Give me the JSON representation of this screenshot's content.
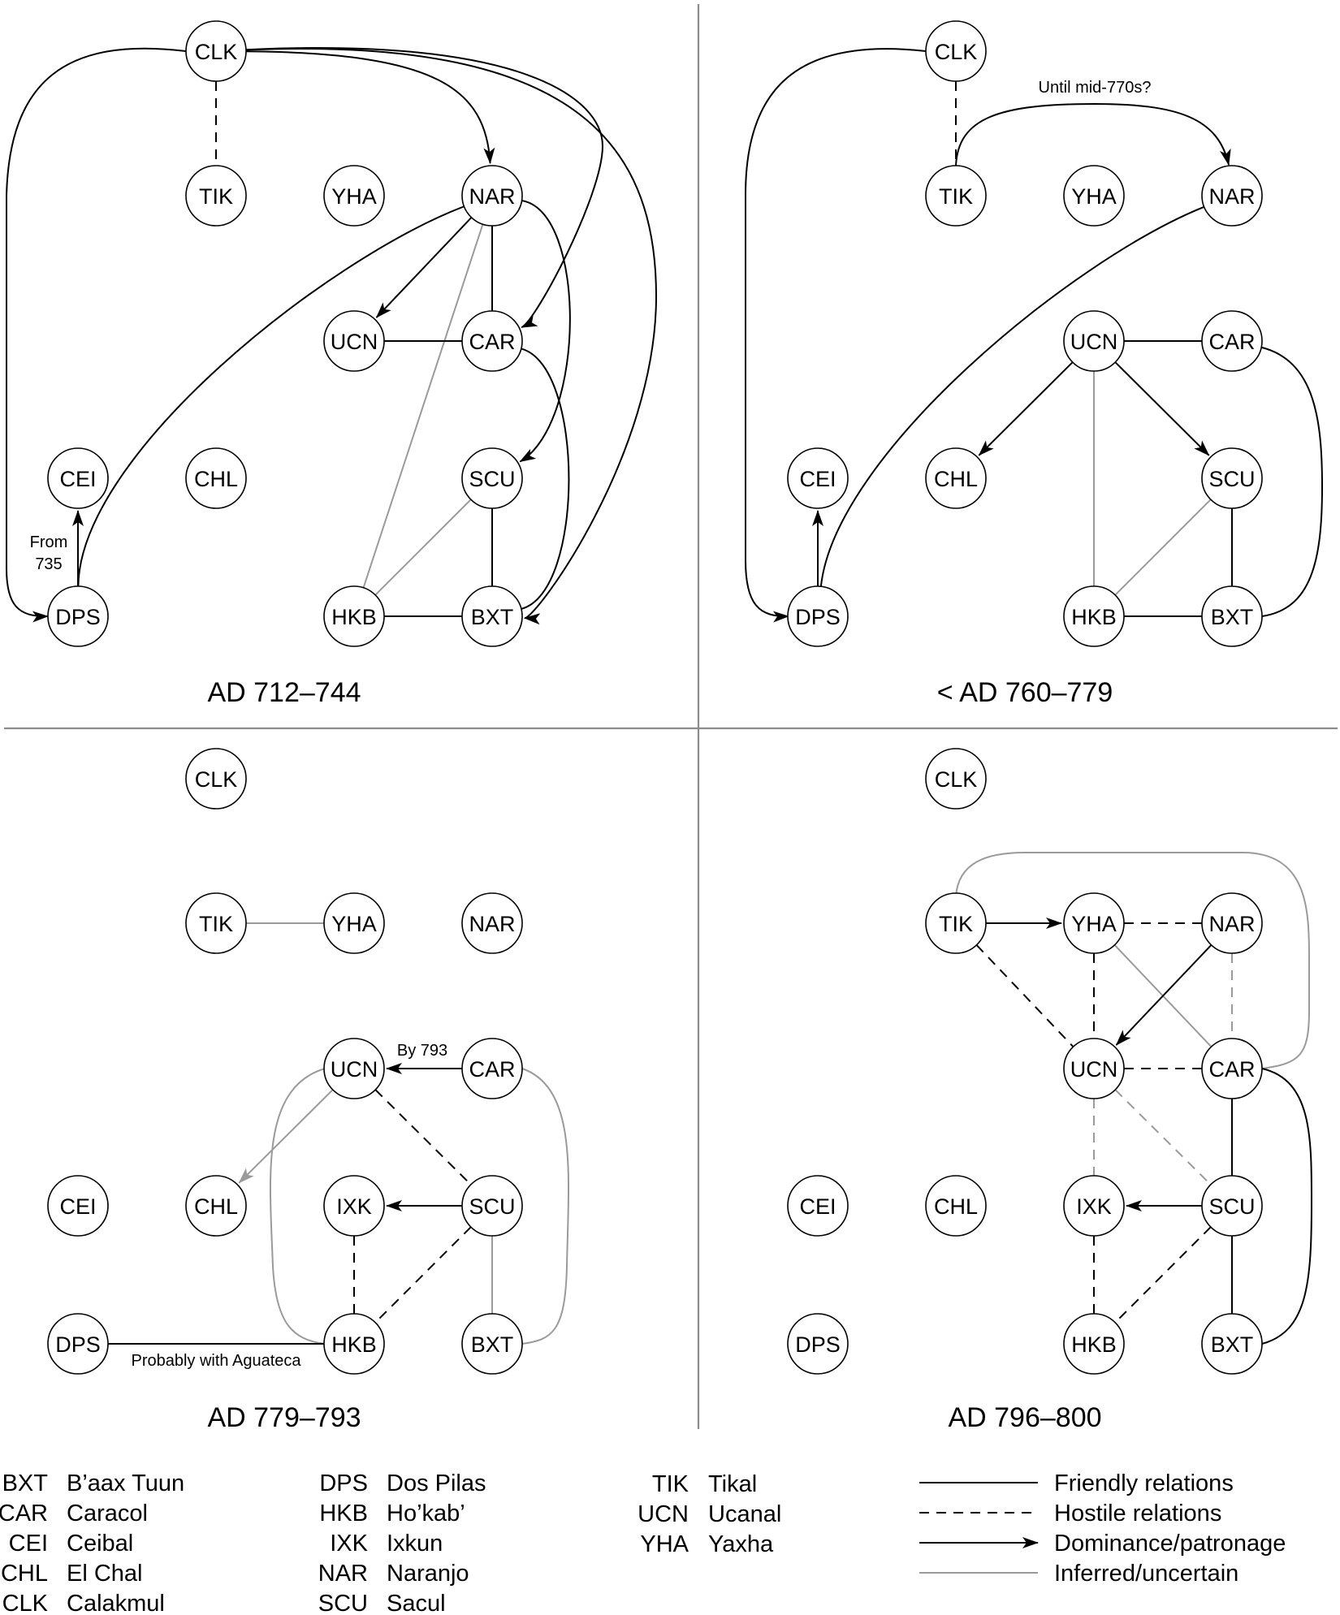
{
  "colors": {
    "friendly": "#000000",
    "inferred": "#9a9a9a",
    "divider": "#8c8c8c"
  },
  "nodes": [
    "CLK",
    "TIK",
    "YHA",
    "NAR",
    "UCN",
    "CAR",
    "CEI",
    "CHL",
    "IXK",
    "SCU",
    "DPS",
    "HKB",
    "BXT"
  ],
  "panels": [
    {
      "title": "AD 712–744",
      "nodes": [
        "CLK",
        "TIK",
        "YHA",
        "NAR",
        "UCN",
        "CAR",
        "CEI",
        "CHL",
        "SCU",
        "DPS",
        "HKB",
        "BXT"
      ],
      "annotations": [
        {
          "id": "from",
          "text": "From"
        },
        {
          "id": "year735",
          "text": "735"
        }
      ],
      "edges": [
        {
          "from": "CLK",
          "to": "TIK",
          "rel": "hostile"
        },
        {
          "from": "CLK",
          "to": "NAR",
          "rel": "dominance"
        },
        {
          "from": "CLK",
          "to": "CAR",
          "rel": "dominance"
        },
        {
          "from": "CLK",
          "to": "BXT",
          "rel": "dominance"
        },
        {
          "from": "CLK",
          "to": "DPS",
          "rel": "dominance"
        },
        {
          "from": "NAR",
          "to": "UCN",
          "rel": "dominance"
        },
        {
          "from": "NAR",
          "to": "CAR",
          "rel": "friendly"
        },
        {
          "from": "NAR",
          "to": "SCU",
          "rel": "dominance"
        },
        {
          "from": "NAR",
          "to": "DPS",
          "rel": "friendly"
        },
        {
          "from": "NAR",
          "to": "HKB",
          "rel": "inferred"
        },
        {
          "from": "UCN",
          "to": "CAR",
          "rel": "friendly"
        },
        {
          "from": "CAR",
          "to": "BXT",
          "rel": "friendly"
        },
        {
          "from": "SCU",
          "to": "BXT",
          "rel": "friendly"
        },
        {
          "from": "SCU",
          "to": "HKB",
          "rel": "inferred"
        },
        {
          "from": "HKB",
          "to": "BXT",
          "rel": "friendly"
        },
        {
          "from": "DPS",
          "to": "CEI",
          "rel": "dominance"
        }
      ]
    },
    {
      "title": "< AD 760–779",
      "nodes": [
        "CLK",
        "TIK",
        "YHA",
        "NAR",
        "UCN",
        "CAR",
        "CEI",
        "CHL",
        "SCU",
        "DPS",
        "HKB",
        "BXT"
      ],
      "annotations": [
        {
          "id": "until",
          "text": "Until mid-770s?"
        }
      ],
      "edges": [
        {
          "from": "CLK",
          "to": "TIK",
          "rel": "hostile"
        },
        {
          "from": "CLK",
          "to": "DPS",
          "rel": "dominance"
        },
        {
          "from": "TIK",
          "to": "NAR",
          "rel": "dominance"
        },
        {
          "from": "NAR",
          "to": "DPS",
          "rel": "friendly"
        },
        {
          "from": "UCN",
          "to": "CAR",
          "rel": "friendly"
        },
        {
          "from": "UCN",
          "to": "CHL",
          "rel": "dominance"
        },
        {
          "from": "UCN",
          "to": "SCU",
          "rel": "dominance"
        },
        {
          "from": "UCN",
          "to": "HKB",
          "rel": "inferred"
        },
        {
          "from": "CAR",
          "to": "BXT",
          "rel": "friendly"
        },
        {
          "from": "SCU",
          "to": "BXT",
          "rel": "friendly"
        },
        {
          "from": "SCU",
          "to": "HKB",
          "rel": "inferred"
        },
        {
          "from": "HKB",
          "to": "BXT",
          "rel": "friendly"
        },
        {
          "from": "DPS",
          "to": "CEI",
          "rel": "dominance"
        }
      ]
    },
    {
      "title": "AD 779–793",
      "nodes": [
        "CLK",
        "TIK",
        "YHA",
        "NAR",
        "UCN",
        "CAR",
        "CEI",
        "CHL",
        "IXK",
        "SCU",
        "DPS",
        "HKB",
        "BXT"
      ],
      "annotations": [
        {
          "id": "by793",
          "text": "By 793"
        },
        {
          "id": "aguateca",
          "text": "Probably with Aguateca"
        }
      ],
      "edges": [
        {
          "from": "TIK",
          "to": "YHA",
          "rel": "inferred"
        },
        {
          "from": "CAR",
          "to": "UCN",
          "rel": "dominance"
        },
        {
          "from": "UCN",
          "to": "CHL",
          "rel": "inferred dominance"
        },
        {
          "from": "UCN",
          "to": "SCU",
          "rel": "hostile"
        },
        {
          "from": "UCN",
          "to": "HKB",
          "rel": "inferred"
        },
        {
          "from": "CAR",
          "to": "BXT",
          "rel": "inferred"
        },
        {
          "from": "SCU",
          "to": "IXK",
          "rel": "dominance"
        },
        {
          "from": "SCU",
          "to": "HKB",
          "rel": "hostile"
        },
        {
          "from": "SCU",
          "to": "BXT",
          "rel": "inferred"
        },
        {
          "from": "IXK",
          "to": "HKB",
          "rel": "hostile"
        },
        {
          "from": "DPS",
          "to": "HKB",
          "rel": "friendly"
        }
      ]
    },
    {
      "title": "AD 796–800",
      "nodes": [
        "CLK",
        "TIK",
        "YHA",
        "NAR",
        "UCN",
        "CAR",
        "CEI",
        "CHL",
        "IXK",
        "SCU",
        "DPS",
        "HKB",
        "BXT"
      ],
      "annotations": [],
      "edges": [
        {
          "from": "TIK",
          "to": "YHA",
          "rel": "dominance"
        },
        {
          "from": "TIK",
          "to": "CAR",
          "rel": "inferred"
        },
        {
          "from": "TIK",
          "to": "UCN",
          "rel": "hostile"
        },
        {
          "from": "YHA",
          "to": "NAR",
          "rel": "hostile"
        },
        {
          "from": "YHA",
          "to": "UCN",
          "rel": "hostile"
        },
        {
          "from": "YHA",
          "to": "CAR",
          "rel": "inferred"
        },
        {
          "from": "NAR",
          "to": "UCN",
          "rel": "dominance"
        },
        {
          "from": "NAR",
          "to": "CAR",
          "rel": "inferred hostile"
        },
        {
          "from": "UCN",
          "to": "CAR",
          "rel": "hostile"
        },
        {
          "from": "UCN",
          "to": "IXK",
          "rel": "inferred hostile"
        },
        {
          "from": "UCN",
          "to": "SCU",
          "rel": "inferred hostile"
        },
        {
          "from": "CAR",
          "to": "SCU",
          "rel": "friendly"
        },
        {
          "from": "CAR",
          "to": "BXT",
          "rel": "friendly"
        },
        {
          "from": "SCU",
          "to": "IXK",
          "rel": "dominance"
        },
        {
          "from": "SCU",
          "to": "BXT",
          "rel": "friendly"
        },
        {
          "from": "SCU",
          "to": "HKB",
          "rel": "hostile"
        },
        {
          "from": "IXK",
          "to": "HKB",
          "rel": "hostile"
        }
      ]
    }
  ],
  "abbreviations": [
    {
      "code": "BXT",
      "name": "B’aax Tuun"
    },
    {
      "code": "CAR",
      "name": "Caracol"
    },
    {
      "code": "CEI",
      "name": "Ceibal"
    },
    {
      "code": "CHL",
      "name": "El Chal"
    },
    {
      "code": "CLK",
      "name": "Calakmul"
    },
    {
      "code": "DPS",
      "name": "Dos Pilas"
    },
    {
      "code": "HKB",
      "name": "Ho’kab’"
    },
    {
      "code": "IXK",
      "name": "Ixkun"
    },
    {
      "code": "NAR",
      "name": "Naranjo"
    },
    {
      "code": "SCU",
      "name": "Sacul"
    },
    {
      "code": "TIK",
      "name": "Tikal"
    },
    {
      "code": "UCN",
      "name": "Ucanal"
    },
    {
      "code": "YHA",
      "name": "Yaxha"
    }
  ],
  "legend": [
    {
      "style": "friendly",
      "label": "Friendly relations"
    },
    {
      "style": "hostile",
      "label": "Hostile relations"
    },
    {
      "style": "dominance",
      "label": "Dominance/patronage"
    },
    {
      "style": "inferred",
      "label": "Inferred/uncertain"
    }
  ]
}
